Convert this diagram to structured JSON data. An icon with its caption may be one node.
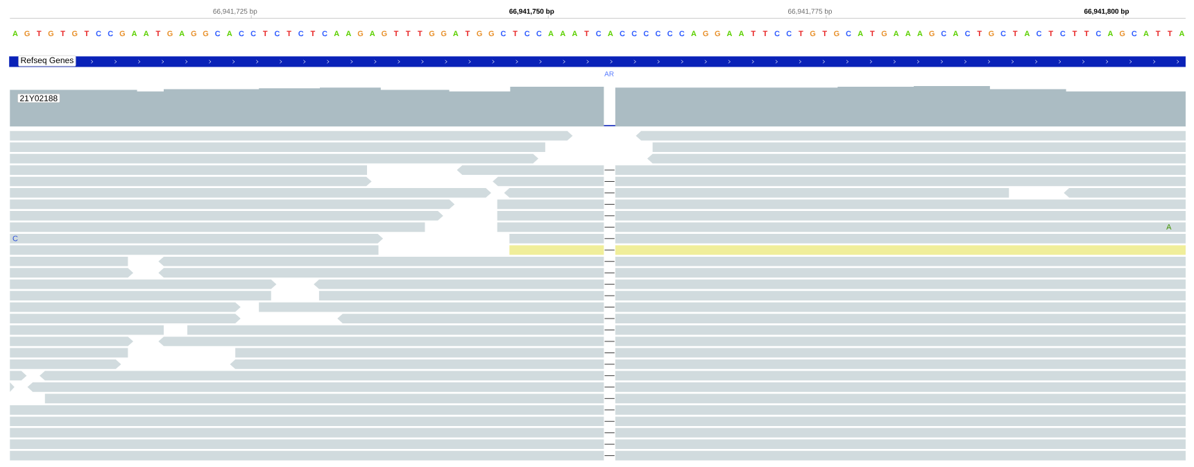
{
  "diagram": {
    "nodes": [
      {
        "text": [
          "Refseq Genes"
        ]
      },
      {
        "text": [
          "21Y02188"
        ]
      }
    ],
    "labels": [
      "66,941,725 bp",
      "66,941,750 bp",
      "66,941,775 bp",
      "66,941,800 bp",
      "A",
      "G",
      "T",
      "G",
      "T",
      "G",
      "T",
      "C",
      "C",
      "G",
      "A",
      "A",
      "T",
      "G",
      "A",
      "G",
      "G",
      "C",
      "A",
      "C",
      "C",
      "T",
      "C",
      "T",
      "C",
      "T",
      "C",
      "A",
      "A",
      "G",
      "A",
      "G",
      "T",
      "T",
      "T",
      "G",
      "G",
      "A",
      "T",
      "G",
      "G",
      "C",
      "T",
      "C",
      "C",
      "A",
      "A",
      "A",
      "T",
      "C",
      "A",
      "C",
      "C",
      "C",
      "C",
      "C",
      "C",
      "A",
      "G",
      "G",
      "A",
      "A",
      "T",
      "T",
      "C",
      "C",
      "T",
      "G",
      "T",
      "G",
      "C",
      "A",
      "T",
      "G",
      "A",
      "A",
      "A",
      "G",
      "C",
      "A",
      "C",
      "T",
      "G",
      "C",
      "T",
      "A",
      "C",
      "T",
      "C",
      "T",
      "T",
      "C",
      "A",
      "G",
      "C",
      "A",
      "T",
      "T",
      "A",
      "AR",
      "C",
      "A"
    ]
  }
}
